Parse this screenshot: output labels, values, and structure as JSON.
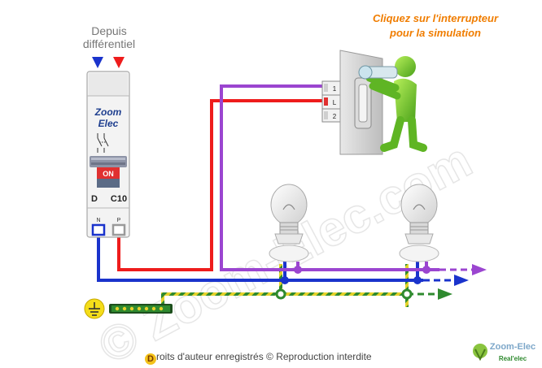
{
  "header": {
    "source_line1": "Depuis",
    "source_line2": "différentiel",
    "instruction_line1": "Cliquez sur l'interrupteur",
    "instruction_line2": "pour la simulation"
  },
  "breaker": {
    "brand_line1": "Zoom",
    "brand_line2": "Elec",
    "state": "ON",
    "type": "D",
    "rating": "C10",
    "terminal_neutral": "N",
    "terminal_phase": "P"
  },
  "switch": {
    "terminal_1": "1",
    "terminal_l": "L",
    "terminal_2": "2"
  },
  "watermark": "© Zoom-Elec.com",
  "footer": {
    "initial": "D",
    "rest": "roits d'auteur enregistrés © Reproduction interdite"
  },
  "logo": {
    "line1": "Zoom-Elec",
    "line2": "Real'elec"
  },
  "colors": {
    "phase": "#ee1c1c",
    "neutral": "#1a33cc",
    "return": "#9b45d0",
    "earth_green": "#2f8a2f",
    "earth_yellow": "#e6d22a",
    "instruction": "#f07d00"
  }
}
